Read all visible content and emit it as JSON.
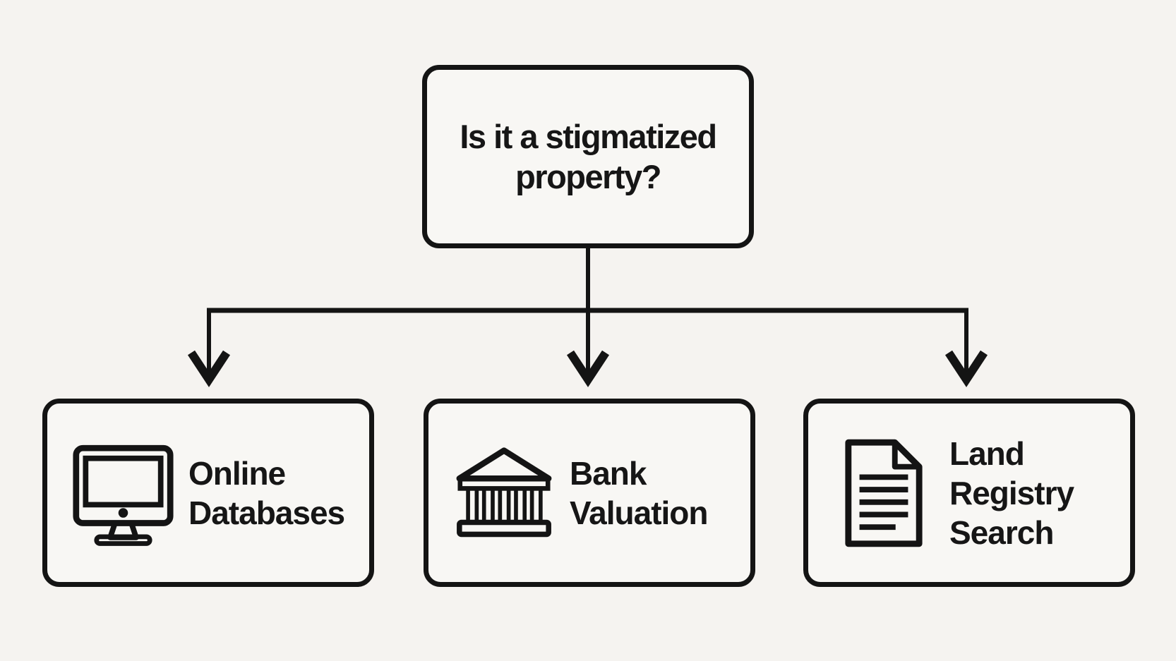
{
  "diagram": {
    "type": "flowchart",
    "colors": {
      "background": "#f5f3f0",
      "node_fill": "#f8f7f4",
      "stroke": "#141414",
      "text": "#161616"
    },
    "root": {
      "id": "stigmatized-property-question",
      "label": "Is it a stigmatized property?",
      "lines": [
        "Is it a stigmatized",
        "property?"
      ]
    },
    "children": [
      {
        "id": "online-databases",
        "icon": "monitor-icon",
        "label": "Online Databases",
        "lines": [
          "Online",
          "Databases"
        ]
      },
      {
        "id": "bank-valuation",
        "icon": "bank-icon",
        "label": "Bank Valuation",
        "lines": [
          "Bank",
          "Valuation"
        ]
      },
      {
        "id": "land-registry-search",
        "icon": "document-icon",
        "label": "Land Registry Search",
        "lines": [
          "Land",
          "Registry",
          "Search"
        ]
      }
    ],
    "connections": [
      {
        "from": "stigmatized-property-question",
        "to": "online-databases"
      },
      {
        "from": "stigmatized-property-question",
        "to": "bank-valuation"
      },
      {
        "from": "stigmatized-property-question",
        "to": "land-registry-search"
      }
    ]
  }
}
